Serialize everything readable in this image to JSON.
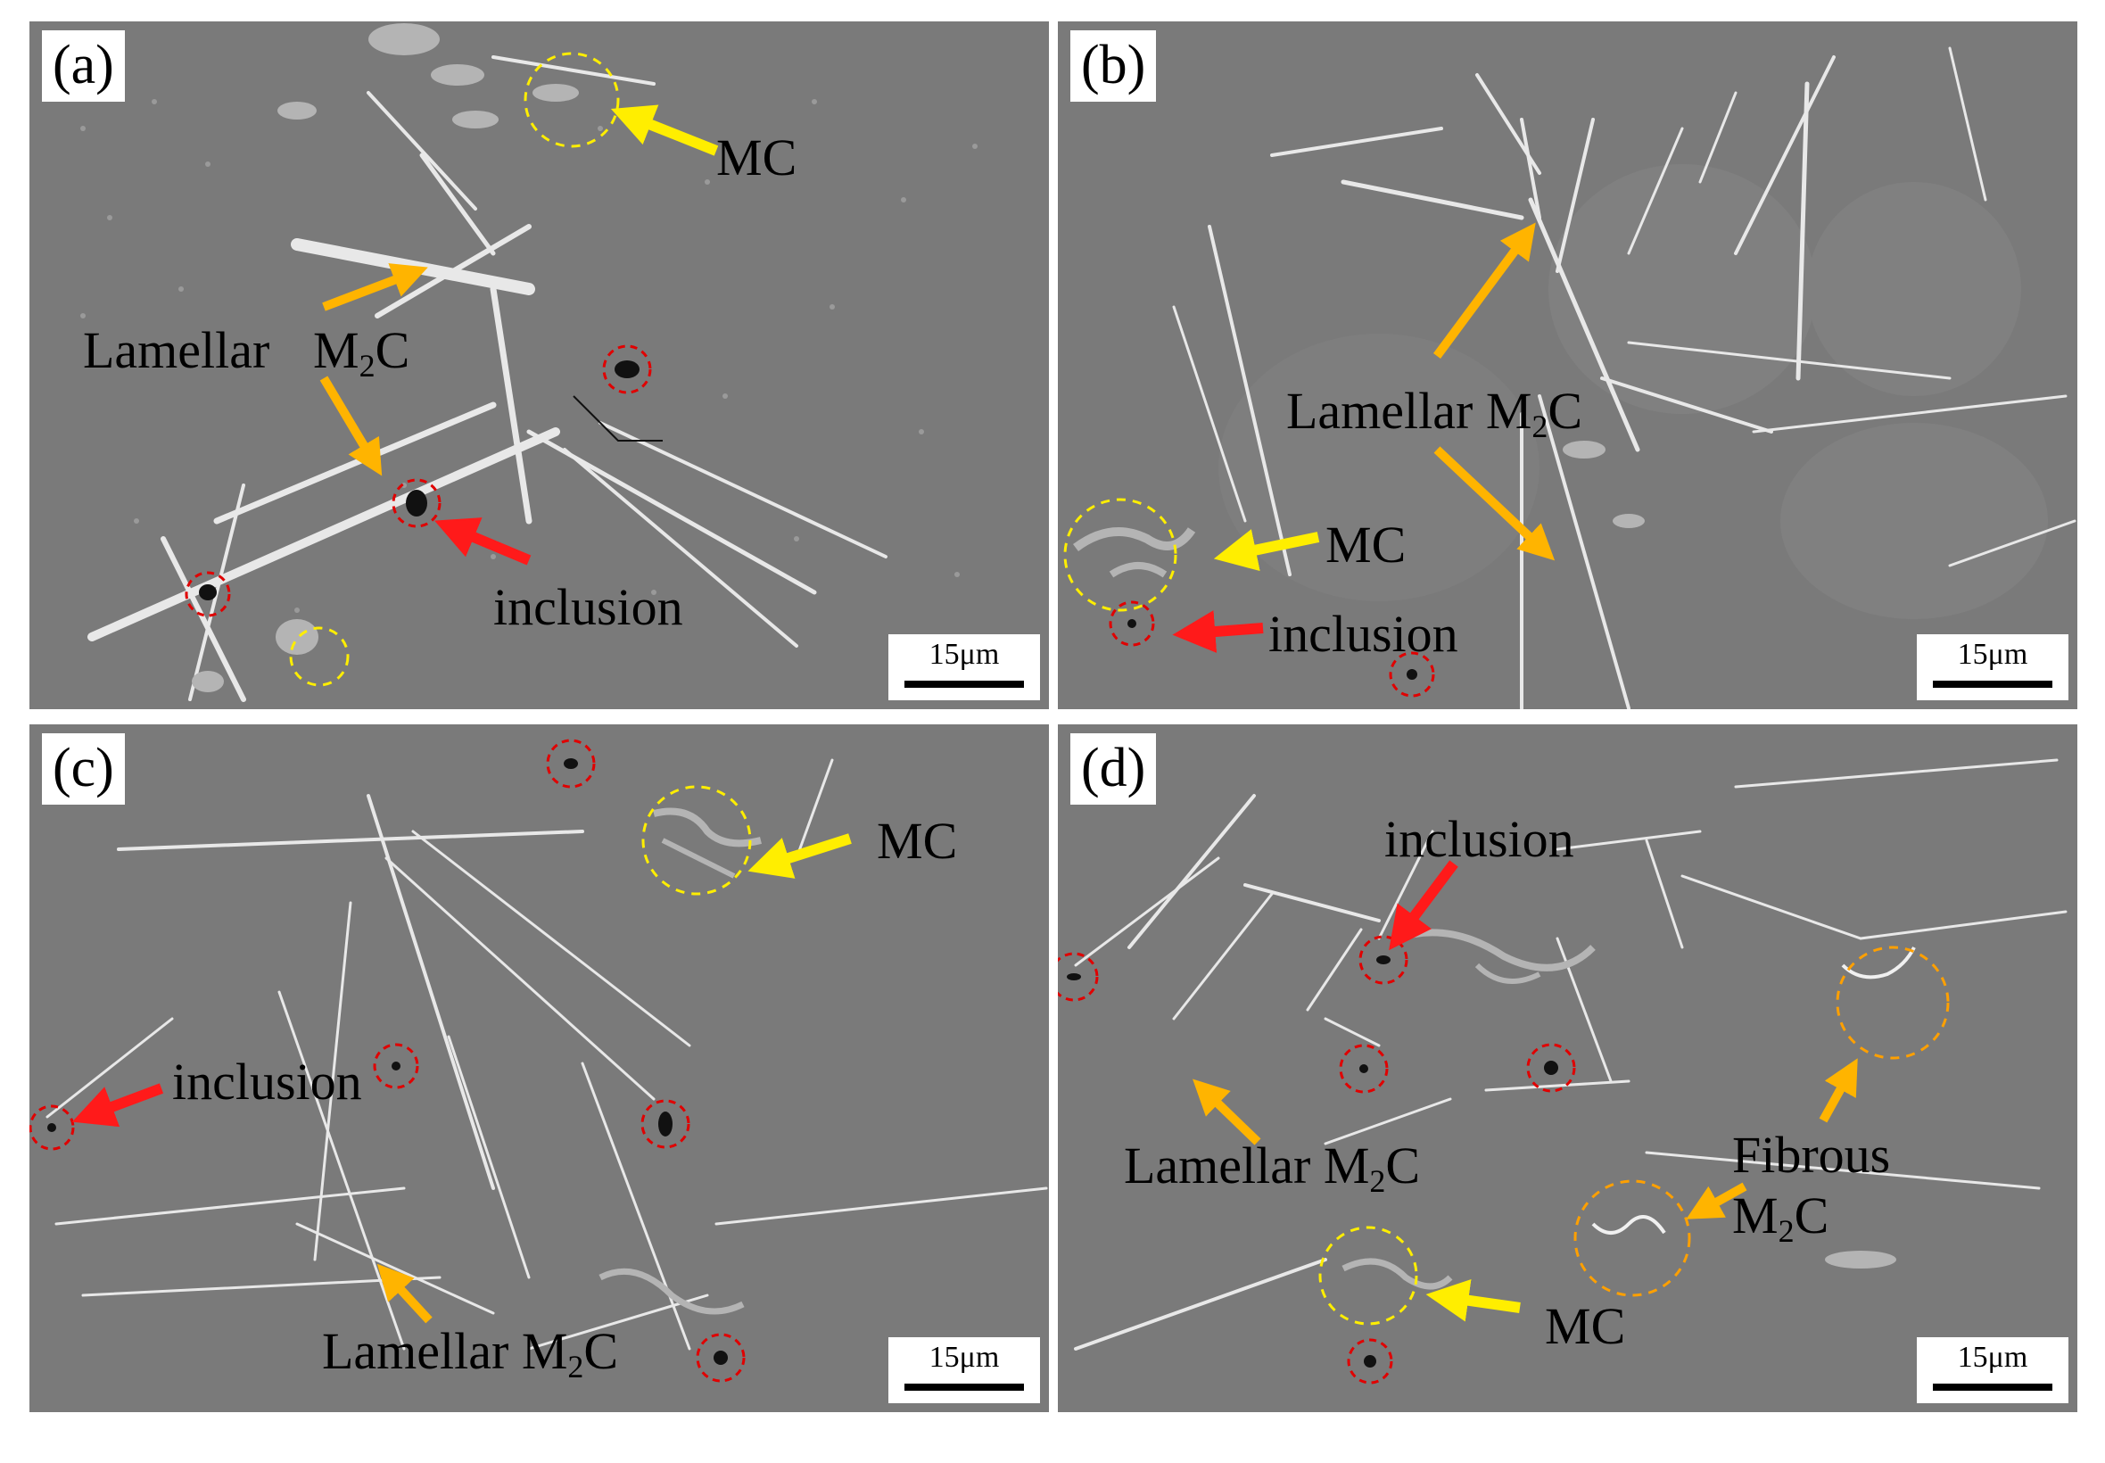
{
  "panels": [
    {
      "id": "a",
      "label": "(a)",
      "scale_bar": "15μm",
      "annotations": {
        "mc": "MC",
        "lamellar": "Lamellar",
        "m2c": "M",
        "m2c_sub": "2",
        "m2c_tail": "C",
        "inclusion": "inclusion"
      }
    },
    {
      "id": "b",
      "label": "(b)",
      "scale_bar": "15μm",
      "annotations": {
        "lamellar": "Lamellar M",
        "m2c_sub": "2",
        "m2c_tail": "C",
        "mc": "MC",
        "inclusion": "inclusion"
      }
    },
    {
      "id": "c",
      "label": "(c)",
      "scale_bar": "15μm",
      "annotations": {
        "mc": "MC",
        "inclusion": "inclusion",
        "lamellar": "Lamellar M",
        "m2c_sub": "2",
        "m2c_tail": "C"
      }
    },
    {
      "id": "d",
      "label": "(d)",
      "scale_bar": "15μm",
      "annotations": {
        "inclusion": "inclusion",
        "lamellar": "Lamellar M",
        "m2c_sub": "2",
        "m2c_tail": "C",
        "fibrous": "Fibrous",
        "fibrous_m": "M",
        "fibrous_sub": "2",
        "fibrous_tail": "C",
        "mc": "MC"
      }
    }
  ],
  "colors": {
    "matrix": "#7a7a7a",
    "carbide": "#e8e8e8",
    "mc_phase": "#b4b4b4",
    "inclusion": "#111111",
    "arrow_yellow": "#ffee00",
    "arrow_orange": "#ffb400",
    "arrow_red": "#ff1a1a",
    "circle_yellow": "#ffee00",
    "circle_orange": "#ffa000",
    "circle_red": "#e00000"
  }
}
